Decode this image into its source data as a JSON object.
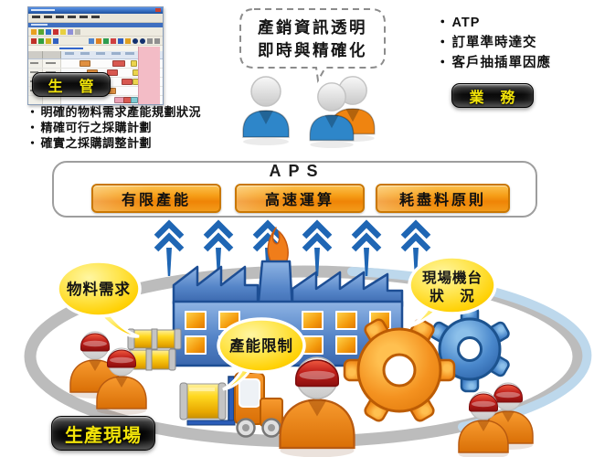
{
  "ui": {
    "bullet_char": "・"
  },
  "production_planning": {
    "badge": "生　管",
    "bullets": [
      "明確的物料需求產能規劃狀況",
      "精確可行之採購計劃",
      "確實之採購調整計劃"
    ]
  },
  "communication": {
    "bubble_line1": "產銷資訊透明",
    "bubble_line2": "即時與精確化"
  },
  "sales": {
    "bullets": [
      "ATP",
      "訂單準時達交",
      "客戶抽插單因應"
    ],
    "badge": "業　務"
  },
  "aps": {
    "title": "APS",
    "features": [
      "有限產能",
      "高速運算",
      "耗盡料原則"
    ]
  },
  "shop_floor": {
    "badge": "生產現場",
    "bubble_material": "物料需求",
    "bubble_capacity": "產能限制",
    "bubble_machine_line1": "現場機台",
    "bubble_machine_line2": "狀　況"
  },
  "colors": {
    "badge_bg": "#000000",
    "badge_text": "#f2e40a",
    "aps_button_orange": "#f59a12",
    "arrow_blue": "#1f66b4",
    "bubble_yellow": "#ffd105",
    "factory_blue": "#5585c8",
    "gear_orange": "#f49220",
    "gear_blue": "#4a88cc",
    "helmet_red": "#c01f1a"
  }
}
